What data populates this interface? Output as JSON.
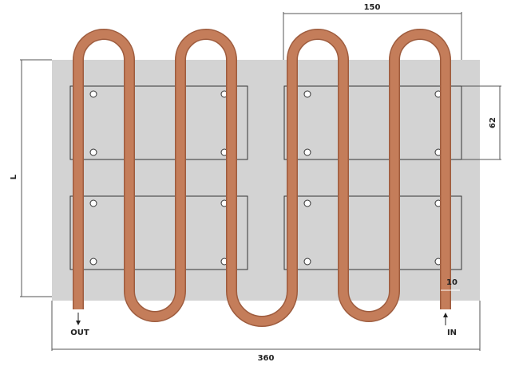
{
  "labels": {
    "width_total": "360",
    "pitch": "150",
    "module_height": "62",
    "length": "L",
    "tube_diameter": "10",
    "outlet": "OUT",
    "inlet": "IN"
  },
  "colors": {
    "plate": "#d3d3d3",
    "module_outline": "#333333",
    "tube": "#c47d5a",
    "tube_edge": "#9e5c3e",
    "dimension": "#555555"
  }
}
